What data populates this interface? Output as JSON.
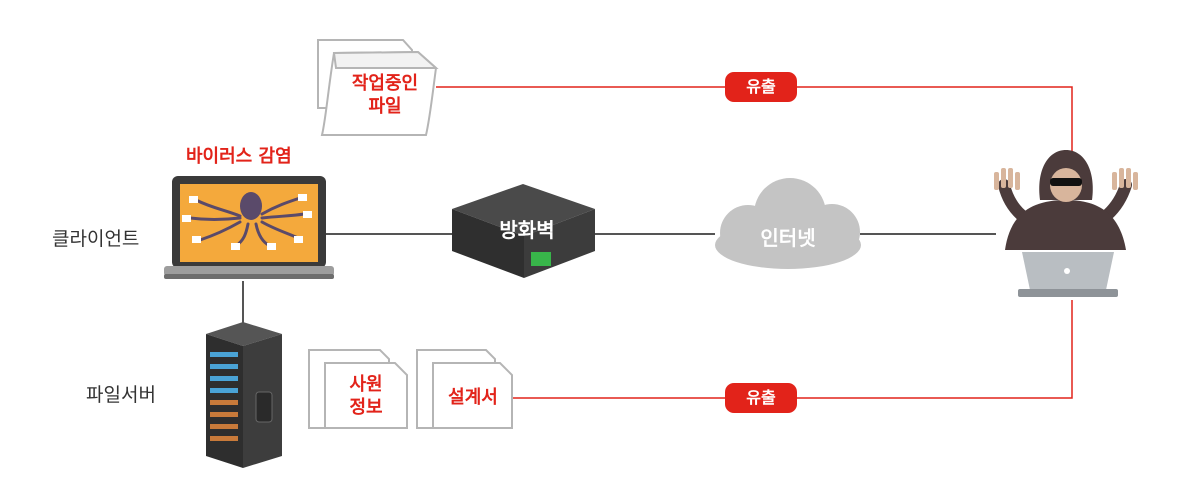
{
  "virus_label": "바이러스 감염",
  "client_label": "클라이언트",
  "fileserver_label": "파일서버",
  "firewall_label": "방화벽",
  "internet_label": "인터넷",
  "leak_top": "유출",
  "leak_bottom": "유출",
  "doc_working": [
    "작업중인",
    "파일"
  ],
  "doc_employee": [
    "사원",
    "정보"
  ],
  "doc_design": "설계서",
  "colors": {
    "accent": "#e2231a",
    "line_gray": "#555555",
    "doc_gray": "#b3b3b3"
  },
  "icons": [
    "laptop-icon",
    "octopus-virus-icon",
    "firewall-icon",
    "cloud-icon",
    "server-rack-icon",
    "hacker-icon",
    "document-icon"
  ]
}
